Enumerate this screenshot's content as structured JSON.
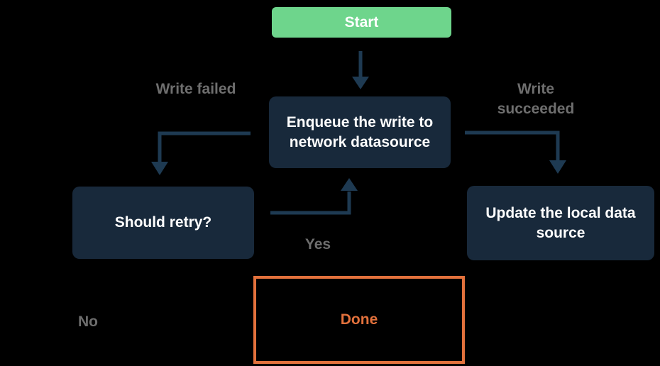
{
  "diagram": {
    "colors": {
      "background": "#000000",
      "start_fill": "#6ED58C",
      "node_fill": "#18293B",
      "arrow": "#1E3A52",
      "label_gray": "#6E6E6E",
      "accent_orange": "#E2713C",
      "node_text": "#FFFFFF"
    },
    "nodes": {
      "start": {
        "label": "Start"
      },
      "enqueue": {
        "label": "Enqueue the write to network datasource"
      },
      "should_retry": {
        "label": "Should retry?"
      },
      "update_local": {
        "label": "Update the local data source"
      },
      "done": {
        "label": "Done"
      }
    },
    "edge_labels": {
      "write_failed": "Write failed",
      "write_succeeded": "Write succeeded",
      "yes": "Yes",
      "no": "No"
    }
  }
}
